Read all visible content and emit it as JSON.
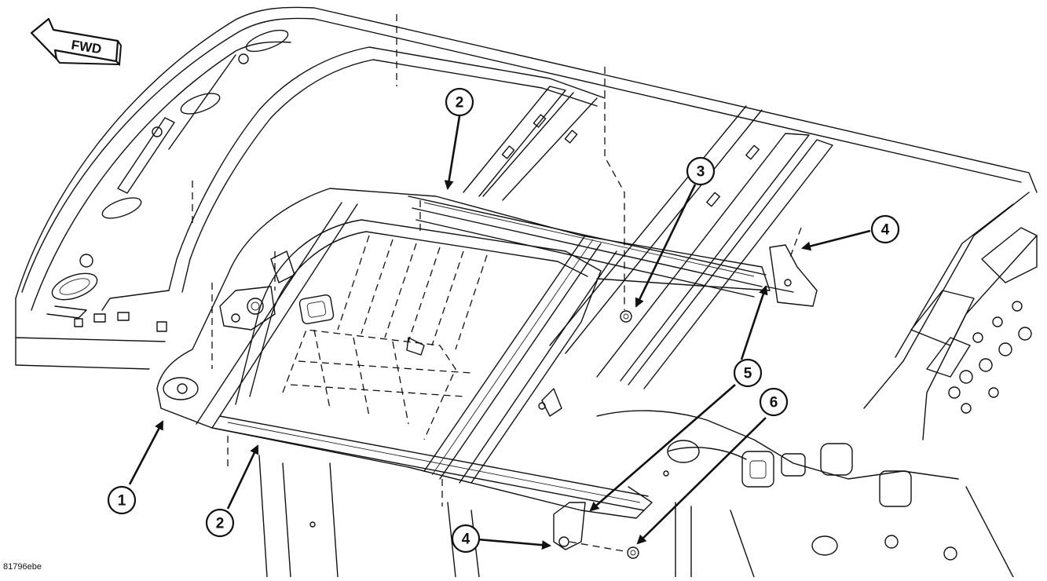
{
  "direction_label": "FWD",
  "image_code": "81796ebe",
  "callouts": [
    "1",
    "2",
    "3",
    "4",
    "5",
    "6"
  ]
}
